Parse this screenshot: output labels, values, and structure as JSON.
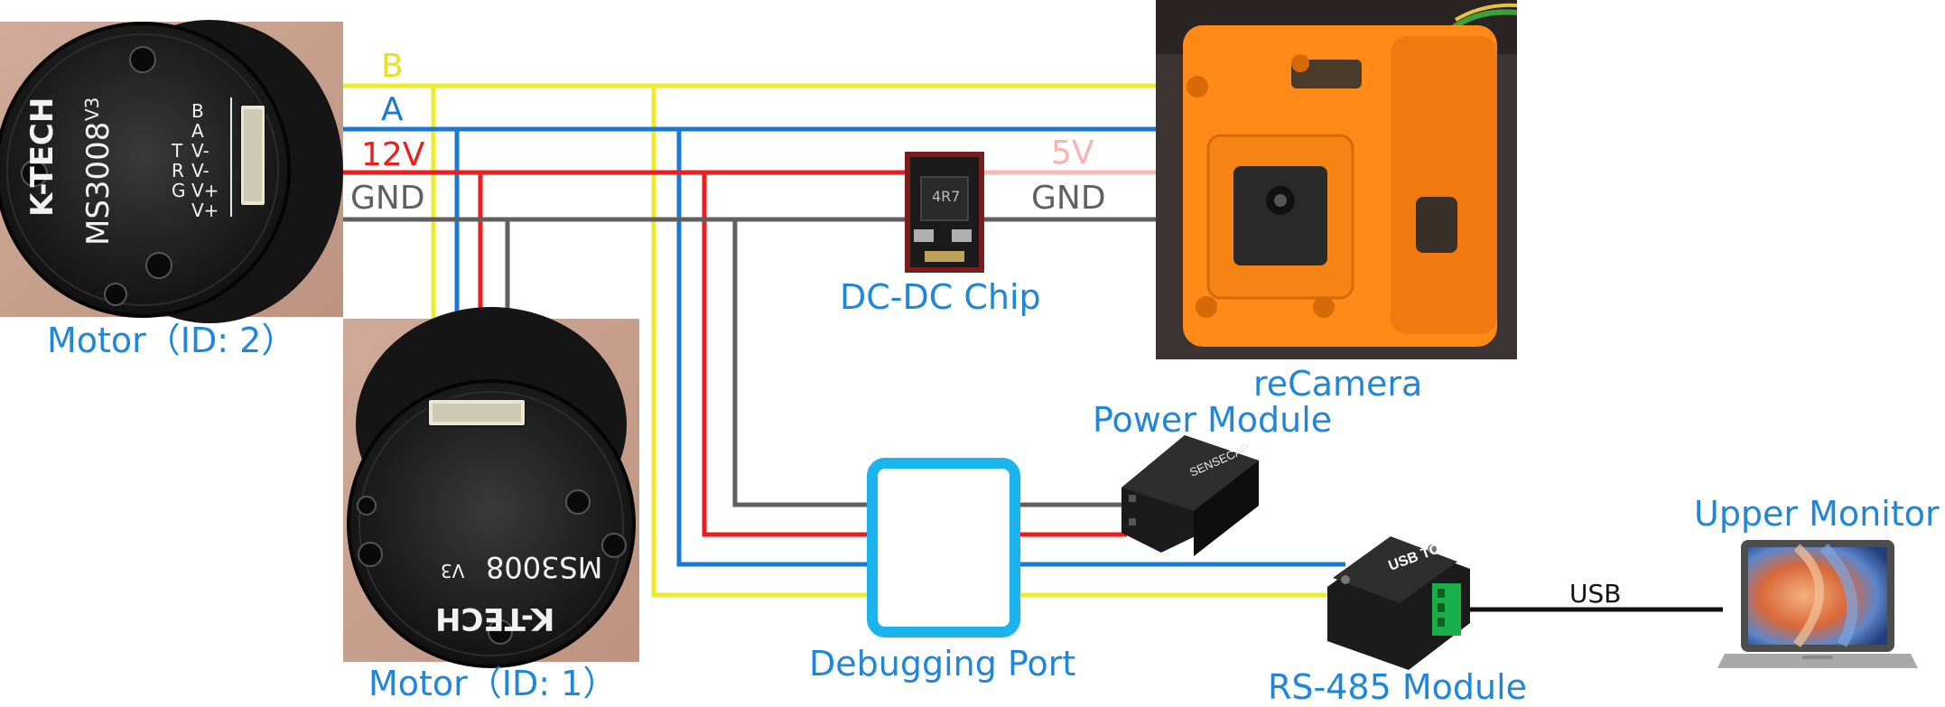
{
  "colors": {
    "bus_b": "#ecec2c",
    "bus_a": "#1a78d6",
    "power_12v": "#ee1c1c",
    "ground": "#606060",
    "power_5v": "#f7b9b9",
    "usb": "#111111",
    "label": "#1f86d9",
    "debug_port": "#1bb4ee",
    "recamera": "#ff8a18",
    "motor_body": "#1d1d1d"
  },
  "wire_labels": {
    "b": "B",
    "a": "A",
    "v12": "12V",
    "gnd_left": "GND",
    "v5": "5V",
    "gnd_right": "GND",
    "usb": "USB"
  },
  "components": {
    "motor_2": {
      "label": "Motor（ID: 2）",
      "brand": "K-TECH",
      "model": "MS3008",
      "version": "V3",
      "pins_left": [
        "T",
        "R",
        "G"
      ],
      "pins_right": [
        "B",
        "A",
        "V-",
        "V-",
        "V+",
        "V+"
      ]
    },
    "motor_1": {
      "label": "Motor（ID: 1）",
      "brand": "K-TECH",
      "model": "MS3008",
      "version": "V3"
    },
    "dcdc": {
      "label": "DC-DC Chip",
      "marking": "4R7"
    },
    "recamera": {
      "label": "reCamera"
    },
    "power_module": {
      "label": "Power Module",
      "brand": "SENSECAP"
    },
    "debug_port": {
      "label": "Debugging Port"
    },
    "rs485": {
      "label": "RS-485 Module",
      "marking": "USB TO"
    },
    "upper_monitor": {
      "label": "Upper Monitor"
    }
  },
  "icons": {
    "motor": "motor-icon",
    "chip": "chip-icon",
    "camera": "camera-icon",
    "power": "power-module-icon",
    "converter": "usb-rs485-icon",
    "laptop": "laptop-icon"
  }
}
